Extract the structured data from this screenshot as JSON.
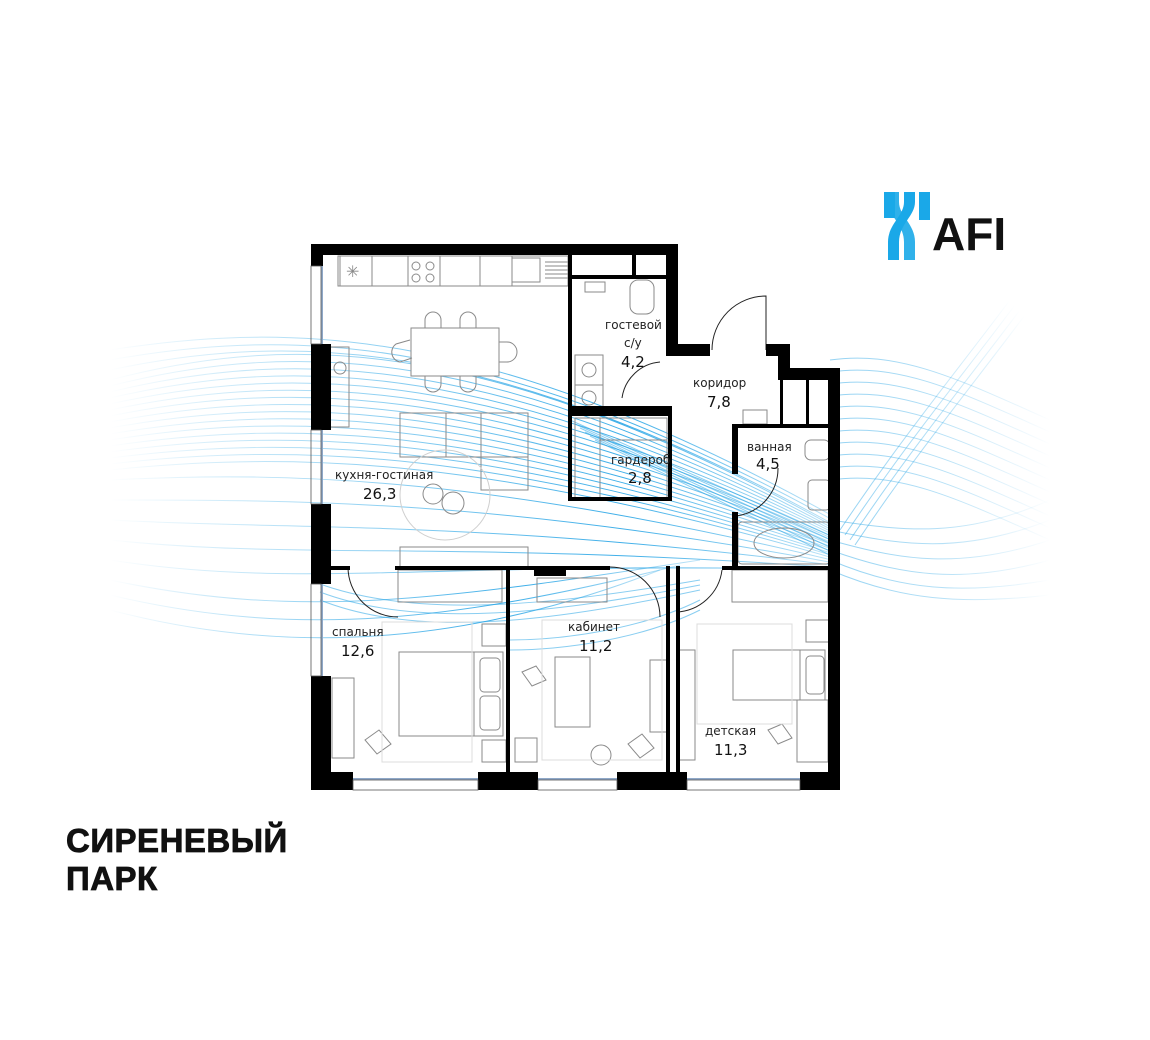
{
  "brand": {
    "logo_text": "AFI",
    "logo_mark_color": "#1aa8e8",
    "logo_text_color": "#111111"
  },
  "project": {
    "line1": "СИРЕНЕВЫЙ",
    "line2": "ПАРК"
  },
  "rooms": [
    {
      "id": "kitchen_living",
      "label": "кухня-гостиная",
      "area": "26,3"
    },
    {
      "id": "guest_wc",
      "label": "гостевой",
      "label2": "с/у",
      "area": "4,2"
    },
    {
      "id": "corridor",
      "label": "коридор",
      "area": "7,8"
    },
    {
      "id": "wardrobe",
      "label": "гардероб",
      "area": "2,8"
    },
    {
      "id": "bathroom",
      "label": "ванная",
      "area": "4,5"
    },
    {
      "id": "bedroom",
      "label": "спальня",
      "area": "12,6"
    },
    {
      "id": "study",
      "label": "кабинет",
      "area": "11,2"
    },
    {
      "id": "kids_room",
      "label": "детская",
      "area": "11,3"
    }
  ],
  "colors": {
    "wall": "#000000",
    "window_glass": "#8fa8c8",
    "wave": "#2aa6e6",
    "furniture_stroke": "#7a7a7a"
  }
}
